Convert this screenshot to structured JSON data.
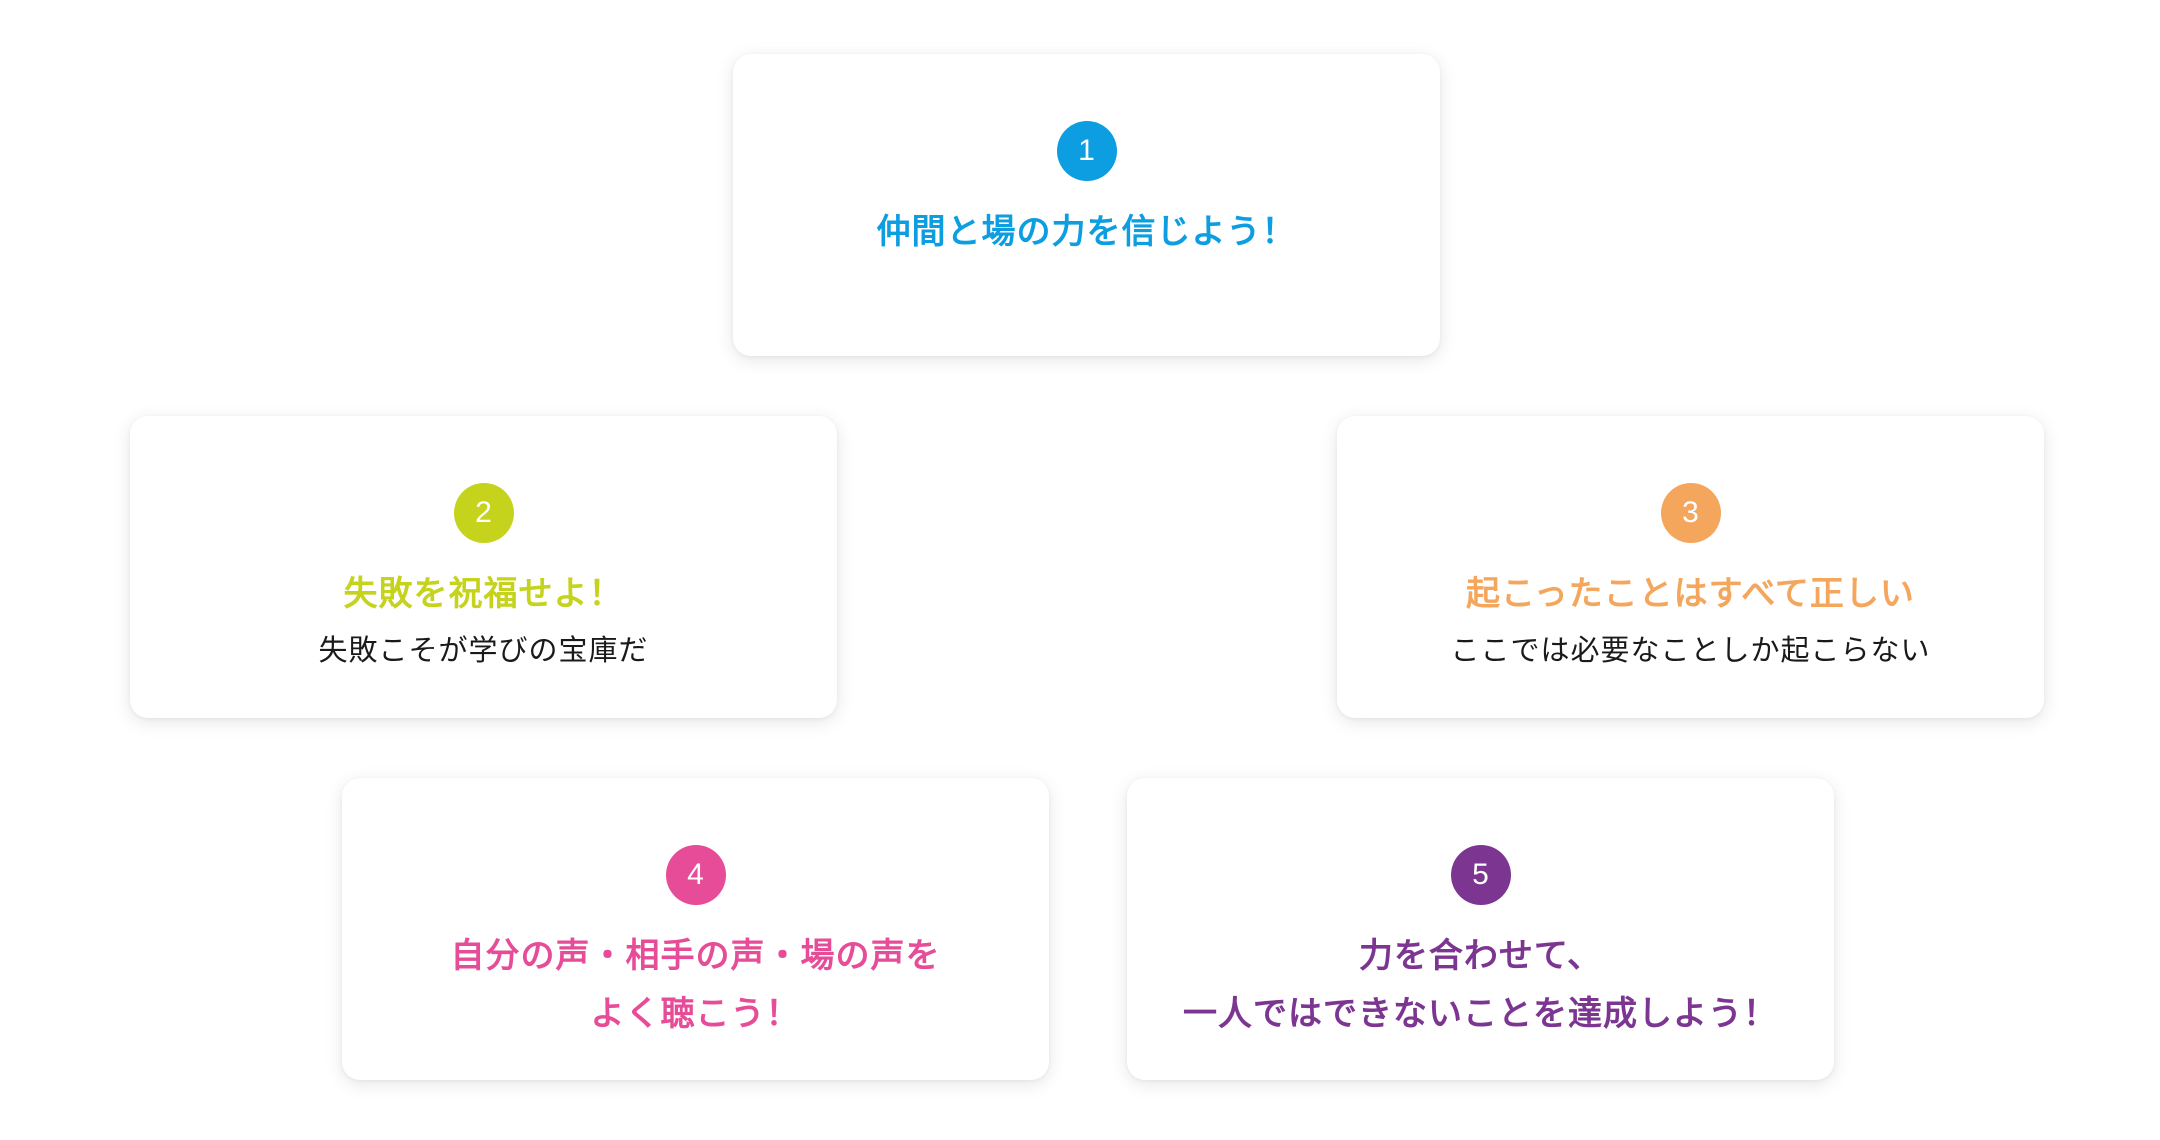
{
  "cards": [
    {
      "number": "1",
      "color": "#0c9ee0",
      "title_lines": [
        "仲間と場の力を信じよう！"
      ],
      "subtitle": ""
    },
    {
      "number": "2",
      "color": "#c5d31d",
      "title_lines": [
        "失敗を祝福せよ！"
      ],
      "subtitle": "失敗こそが学びの宝庫だ"
    },
    {
      "number": "3",
      "color": "#f4a65c",
      "title_lines": [
        "起こったことはすべて正しい"
      ],
      "subtitle": "ここでは必要なことしか起こらない"
    },
    {
      "number": "4",
      "color": "#e64c97",
      "title_lines": [
        "自分の声・相手の声・場の声を",
        "よく聴こう！"
      ],
      "subtitle": ""
    },
    {
      "number": "5",
      "color": "#7d3592",
      "title_lines": [
        "力を合わせて、",
        "一人ではできないことを達成しよう！"
      ],
      "subtitle": ""
    }
  ]
}
